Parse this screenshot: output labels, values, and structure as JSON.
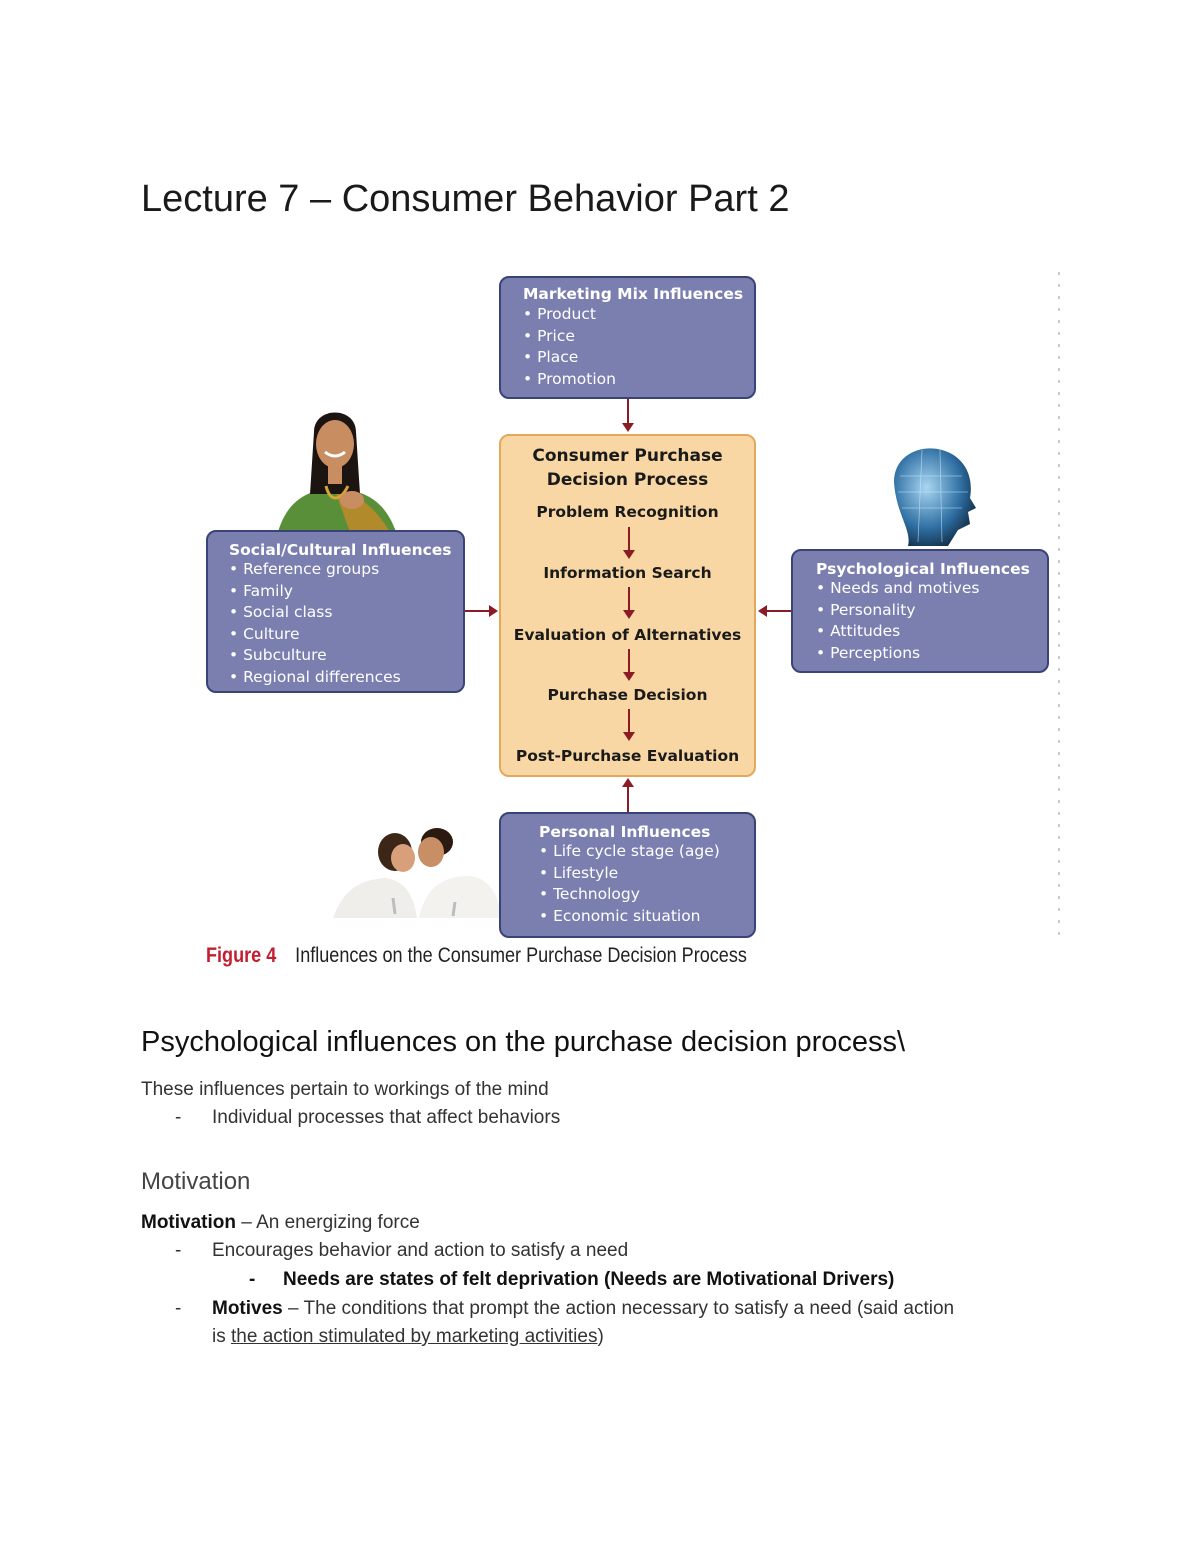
{
  "title": "Lecture 7 – Consumer Behavior Part 2",
  "figure": {
    "marketing_mix": {
      "heading": "Marketing Mix Influences",
      "items": [
        "Product",
        "Price",
        "Place",
        "Promotion"
      ]
    },
    "social_cultural": {
      "heading": "Social/Cultural Influences",
      "items": [
        "Reference groups",
        "Family",
        "Social class",
        "Culture",
        "Subculture",
        "Regional differences"
      ]
    },
    "psychological": {
      "heading": "Psychological Influences",
      "items": [
        "Needs and motives",
        "Personality",
        "Attitudes",
        "Perceptions"
      ]
    },
    "personal": {
      "heading": "Personal Influences",
      "items": [
        "Life cycle stage (age)",
        "Lifestyle",
        "Technology",
        "Economic situation"
      ]
    },
    "process": {
      "title_line1": "Consumer Purchase",
      "title_line2": "Decision Process",
      "steps": [
        "Problem Recognition",
        "Information Search",
        "Evaluation of Alternatives",
        "Purchase Decision",
        "Post-Purchase Evaluation"
      ]
    },
    "caption_number": "Figure 4",
    "caption_text": "Influences on the Consumer Purchase Decision Process",
    "colors": {
      "influence_box": "#7b7fb0",
      "process_box": "#f8d7a4",
      "arrow": "#8b1c25",
      "caption_accent": "#c41d2e"
    },
    "images": [
      "woman-in-sari-photo",
      "digital-head-photo",
      "couple-photo"
    ]
  },
  "section": {
    "heading": "Psychological influences on the purchase decision process\\",
    "intro": "These influences pertain to workings of the mind",
    "bullet1": "Individual processes that affect behaviors",
    "dash": "-"
  },
  "motivation": {
    "heading": "Motivation",
    "term": "Motivation",
    "definition": " – An energizing force",
    "bullet1": "Encourages behavior and action to satisfy a need",
    "sub_bullet": "Needs are states of felt deprivation (Needs are Motivational Drivers)",
    "motives_term": "Motives",
    "motives_text": " – The conditions that prompt the action necessary to satisfy a need (said action",
    "motives_line2_prefix": "is ",
    "motives_line2_underlined": "the action stimulated by marketing activities",
    "motives_line2_suffix": ")"
  }
}
